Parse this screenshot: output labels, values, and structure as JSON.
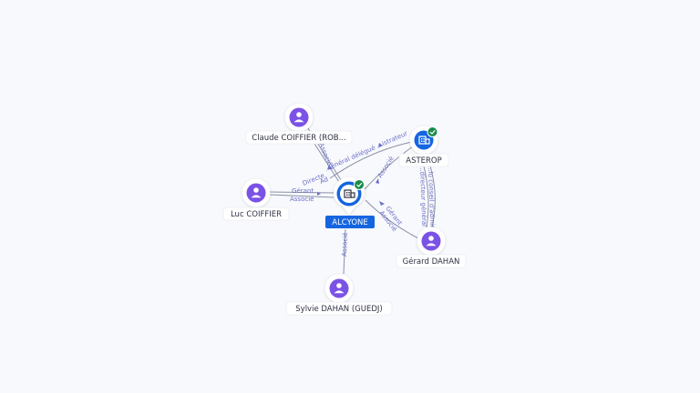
{
  "nodes": {
    "main": {
      "label": "ALCYONE",
      "type": "company",
      "verified": true
    },
    "asterop": {
      "label": "ASTEROP",
      "type": "company",
      "verified": true
    },
    "claude": {
      "label": "Claude COIFFIER (ROB...",
      "type": "person"
    },
    "luc": {
      "label": "Luc COIFFIER",
      "type": "person"
    },
    "gerard": {
      "label": "Gérard DAHAN",
      "type": "person"
    },
    "sylvie": {
      "label": "Sylvie DAHAN (GUEDJ)",
      "type": "person"
    }
  },
  "edges": {
    "claude_main": [
      "Associé",
      "Directe",
      "Ad"
    ],
    "claude_asterop": "...énéral délégué ...istrateur",
    "luc_main": [
      "Gérant",
      "Associé"
    ],
    "asterop_main": "Associé",
    "gerard_main": [
      "Gérant",
      "Associé"
    ],
    "gerard_asterop": [
      "...lu conseil d'admini",
      "...directeur général"
    ],
    "sylvie_main": "Associé"
  },
  "colors": {
    "person_icon": "#7b52e6",
    "company_icon": "#1565e0",
    "verified_badge": "#1a8c4a",
    "edge_label": "#6a6fc8",
    "edge_line": "#8a90a6"
  },
  "icons": {
    "person": "person-icon",
    "company": "building-icon",
    "verified": "check-badge-icon"
  }
}
